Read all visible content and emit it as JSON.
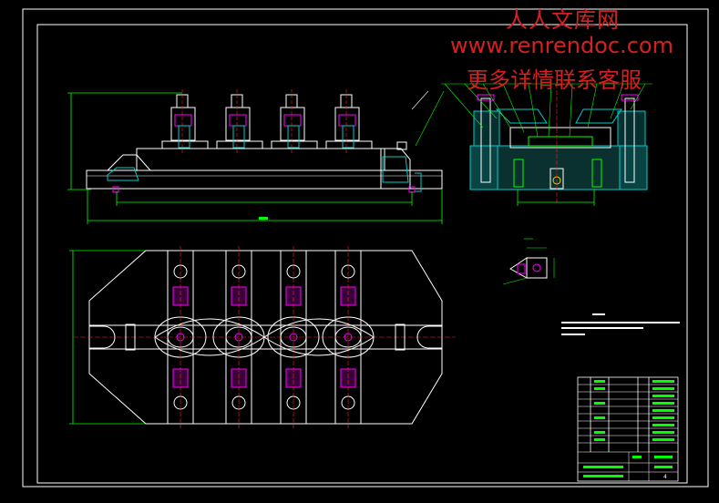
{
  "watermark": {
    "line1": "人人文库网",
    "line2": "www.renrendoc.com",
    "line3": "更多详情联系客服",
    "color": "#d42020"
  },
  "drawing": {
    "background": "#000000",
    "frame_color": "#ffffff",
    "line_color": "#ffffff",
    "dimension_color": "#00ff00",
    "part_color": "#ff00ff",
    "section_color": "#00cccc",
    "center_color": "#ff2020",
    "clamp_count": 4,
    "sheet_number": "4"
  }
}
